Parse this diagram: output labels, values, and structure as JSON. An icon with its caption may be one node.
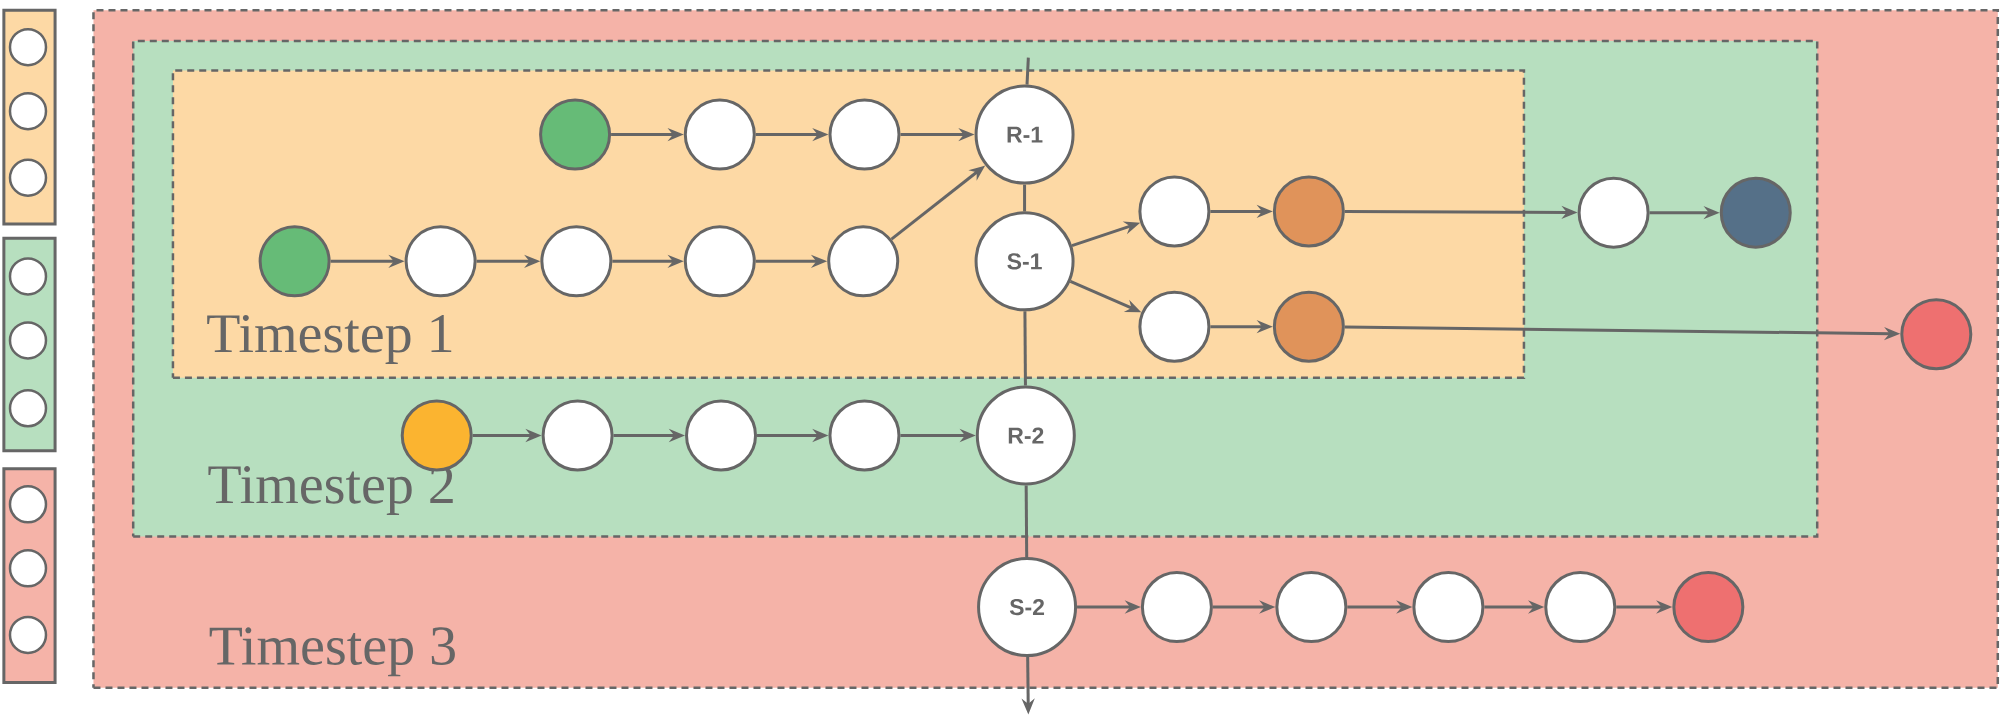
{
  "diagram": {
    "nodes": [
      {
        "text": [],
        "shape": "box"
      },
      {
        "text": [],
        "shape": "circle",
        "in": 0
      },
      {
        "text": [],
        "shape": "circle",
        "in": 0
      },
      {
        "text": [],
        "shape": "circle",
        "in": 0
      },
      {
        "text": [],
        "shape": "box"
      },
      {
        "text": [],
        "shape": "circle",
        "in": 4
      },
      {
        "text": [],
        "shape": "circle",
        "in": 4
      },
      {
        "text": [],
        "shape": "circle",
        "in": 4
      },
      {
        "text": [],
        "shape": "box"
      },
      {
        "text": [],
        "shape": "circle",
        "in": 8
      },
      {
        "text": [],
        "shape": "circle",
        "in": 8
      },
      {
        "text": [],
        "shape": "circle",
        "in": 8
      },
      {
        "text": [
          "Timestep 3"
        ]
      },
      {
        "text": [
          "Timestep 2"
        ],
        "in": 12
      },
      {
        "text": [
          "Timestep 1"
        ],
        "in": 13
      },
      {
        "text": [],
        "shape": "circle",
        "in": 14
      },
      {
        "text": [],
        "shape": "circle",
        "in": 14
      },
      {
        "text": [],
        "shape": "circle",
        "in": 14
      },
      {
        "text": [
          "R-1"
        ],
        "in": 14
      },
      {
        "text": [],
        "shape": "circle",
        "in": 14
      },
      {
        "text": [],
        "shape": "circle",
        "in": 14
      },
      {
        "text": [],
        "shape": "circle",
        "in": 14
      },
      {
        "text": [],
        "shape": "circle",
        "in": 14
      },
      {
        "text": [],
        "shape": "circle",
        "in": 14
      },
      {
        "text": [
          "S-1"
        ],
        "in": 14
      },
      {
        "text": [],
        "shape": "circle",
        "in": 14
      },
      {
        "text": [],
        "shape": "circle",
        "in": 14
      },
      {
        "text": [],
        "shape": "circle",
        "in": 13
      },
      {
        "text": [],
        "shape": "circle",
        "in": 13
      },
      {
        "text": [],
        "shape": "circle",
        "in": 14
      },
      {
        "text": [],
        "shape": "circle",
        "in": 14
      },
      {
        "text": [],
        "shape": "circle",
        "in": 12
      },
      {
        "text": [],
        "shape": "circle",
        "in": 13
      },
      {
        "text": [],
        "shape": "circle",
        "in": 13
      },
      {
        "text": [],
        "shape": "circle",
        "in": 13
      },
      {
        "text": [],
        "shape": "circle",
        "in": 13
      },
      {
        "text": [
          "R-2"
        ],
        "in": 13
      },
      {
        "text": [
          "S-2"
        ],
        "in": 12
      },
      {
        "text": [],
        "shape": "circle",
        "in": 12
      },
      {
        "text": [],
        "shape": "circle",
        "in": 12
      },
      {
        "text": [],
        "shape": "circle",
        "in": 12
      },
      {
        "text": [],
        "shape": "circle",
        "in": 12
      },
      {
        "text": [],
        "shape": "circle",
        "in": 12
      }
    ],
    "edges": [
      {
        "from": null,
        "to": 18,
        "arrow": "none"
      },
      {
        "from": 18,
        "to": 24,
        "arrow": "none"
      },
      {
        "from": 24,
        "to": 36,
        "arrow": "none"
      },
      {
        "from": 36,
        "to": 37,
        "arrow": "none"
      },
      {
        "from": 37,
        "to": null,
        "arrow": "to"
      },
      {
        "from": 15,
        "to": 16,
        "arrow": "to"
      },
      {
        "from": 16,
        "to": 17,
        "arrow": "to"
      },
      {
        "from": 17,
        "to": 18,
        "arrow": "to"
      },
      {
        "from": 19,
        "to": 20,
        "arrow": "to"
      },
      {
        "from": 20,
        "to": 21,
        "arrow": "to"
      },
      {
        "from": 21,
        "to": 22,
        "arrow": "to"
      },
      {
        "from": 22,
        "to": 23,
        "arrow": "to"
      },
      {
        "from": 23,
        "to": 18,
        "arrow": "to"
      },
      {
        "from": 24,
        "to": 25,
        "arrow": "to"
      },
      {
        "from": 25,
        "to": 26,
        "arrow": "to"
      },
      {
        "from": 26,
        "to": 27,
        "arrow": "to"
      },
      {
        "from": 27,
        "to": 28,
        "arrow": "to"
      },
      {
        "from": 24,
        "to": 29,
        "arrow": "to"
      },
      {
        "from": 29,
        "to": 30,
        "arrow": "to"
      },
      {
        "from": 30,
        "to": 31,
        "arrow": "to"
      },
      {
        "from": 32,
        "to": 33,
        "arrow": "to"
      },
      {
        "from": 33,
        "to": 34,
        "arrow": "to"
      },
      {
        "from": 34,
        "to": 35,
        "arrow": "to"
      },
      {
        "from": 35,
        "to": 36,
        "arrow": "to"
      },
      {
        "from": 37,
        "to": 38,
        "arrow": "to"
      },
      {
        "from": 38,
        "to": 39,
        "arrow": "to"
      },
      {
        "from": 39,
        "to": 40,
        "arrow": "to"
      },
      {
        "from": 40,
        "to": 41,
        "arrow": "to"
      },
      {
        "from": 41,
        "to": 42,
        "arrow": "to"
      }
    ]
  }
}
